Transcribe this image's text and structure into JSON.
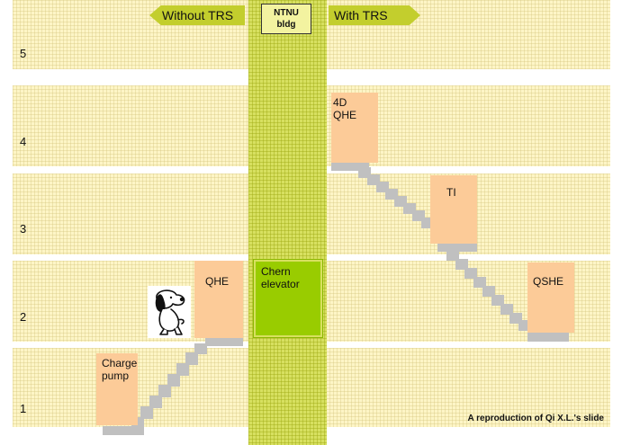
{
  "header": {
    "left_arrow_label": "Without TRS",
    "right_arrow_label": "With TRS",
    "building_label_line1": "NTNU",
    "building_label_line2": "bldg"
  },
  "floors": [
    "5",
    "4",
    "3",
    "2",
    "1"
  ],
  "boxes": {
    "charge_pump_line1": "Charge",
    "charge_pump_line2": "pump",
    "qhe": "QHE",
    "chern_line1": "Chern",
    "chern_line2": "elevator",
    "qhe_4d": "4D QHE",
    "ti": "TI",
    "qshe": "QSHE"
  },
  "credit": "A reproduction of Qi X.L.'s slide",
  "colors": {
    "band": "#fdf5c6",
    "building": "#d7e060",
    "arrow": "#c3ce2d",
    "box": "#fccb98",
    "chern": "#99cc00",
    "stairs": "#c0c0c0"
  },
  "icons": [
    "snoopy-icon"
  ]
}
